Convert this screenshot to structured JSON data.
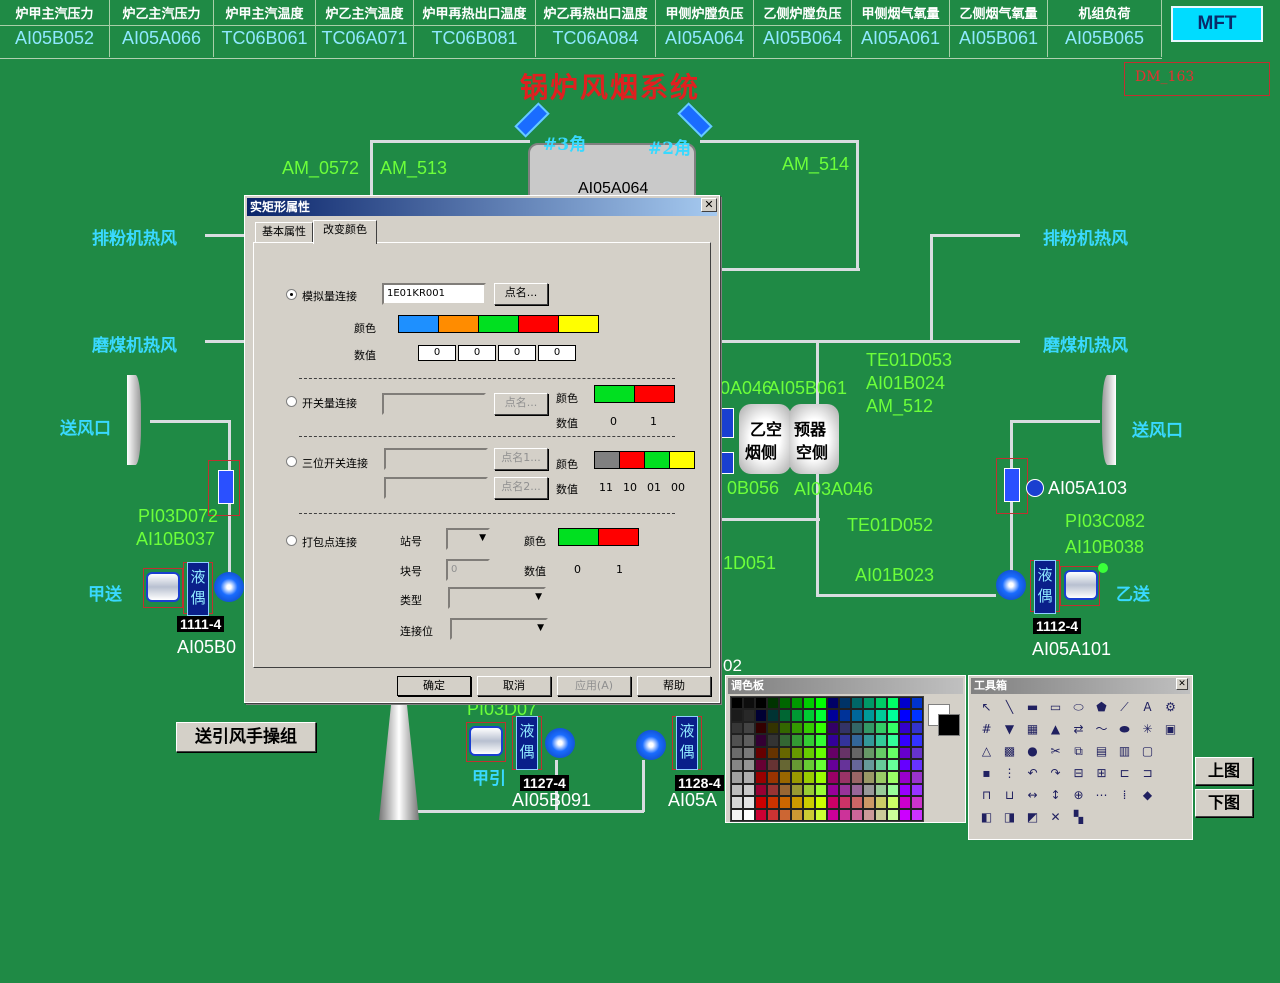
{
  "header": {
    "columns": [
      {
        "title": "炉甲主汽压力",
        "value": "AI05B052"
      },
      {
        "title": "炉乙主汽压力",
        "value": "AI05A066"
      },
      {
        "title": "炉甲主汽温度",
        "value": "TC06B061"
      },
      {
        "title": "炉乙主汽温度",
        "value": "TC06A071"
      },
      {
        "title": "炉甲再热出口温度",
        "value": "TC06B081"
      },
      {
        "title": "炉乙再热出口温度",
        "value": "TC06A084"
      },
      {
        "title": "甲侧炉膛负压",
        "value": "AI05A064"
      },
      {
        "title": "乙侧炉膛负压",
        "value": "AI05B064"
      },
      {
        "title": "甲侧烟气氧量",
        "value": "AI05A061"
      },
      {
        "title": "乙侧烟气氧量",
        "value": "AI05B061"
      },
      {
        "title": "机组负荷",
        "value": "AI05B065"
      }
    ],
    "mft_label": "MFT",
    "dm_label": "DM_163"
  },
  "diagram": {
    "title": "锅炉风烟系统",
    "corner3": "#3角",
    "corner2": "#2角",
    "furnace_tag": "AI05A064",
    "left_labels": [
      "排粉机热风",
      "磨煤机热风",
      "送风口"
    ],
    "right_labels": [
      "排粉机热风",
      "磨煤机热风",
      "送风口"
    ],
    "tags_top": [
      "AM_0572",
      "AM_513",
      "AM_514"
    ],
    "tags_right": [
      "TE01D053",
      "AI01B024",
      "AM_512",
      "TE01D052",
      "AI01B023",
      "PI03C082",
      "AI10B038"
    ],
    "tags_mid": [
      "0A046",
      "AI05B061",
      "0B056",
      "AI03A046",
      "1D051",
      "02"
    ],
    "preheater_left": "乙空预器",
    "preheater_line1_a": "乙空",
    "preheater_line1_b": "预器",
    "preheater_line2_a": "烟侧",
    "preheater_line2_b": "空侧",
    "left_fan": {
      "tags": [
        "PI03D072",
        "AI10B037"
      ],
      "name": "甲送",
      "coupling": "液偶",
      "badge": "1111-4",
      "tag": "AI05B0"
    },
    "right_fan": {
      "tag_top": "AI05A103",
      "name": "乙送",
      "coupling": "液偶",
      "badge": "1112-4",
      "tag": "AI05A101"
    },
    "draft_left": {
      "tag_top": "PI03D07",
      "name": "甲引",
      "coupling": "液偶",
      "badge": "1127-4",
      "tag": "AI05B091"
    },
    "draft_right": {
      "coupling": "液偶",
      "badge": "1128-4",
      "tag": "AI05A"
    },
    "manual_button": "送引风手操组",
    "nav_up": "上图",
    "nav_down": "下图"
  },
  "dialog": {
    "title": "实矩形属性",
    "tabs": [
      "基本属性",
      "改变颜色"
    ],
    "analog": {
      "label": "模拟量连接",
      "value": "1E01KR001",
      "button": "点名...",
      "color_label": "颜色",
      "value_label": "数值",
      "numbers": [
        "0",
        "0",
        "0",
        "0"
      ],
      "colors": [
        "#1e90ff",
        "#ff8c00",
        "#00e020",
        "#ff0000",
        "#ffff00"
      ]
    },
    "switch": {
      "label": "开关量连接",
      "button": "点名...",
      "color_label": "颜色",
      "value_label": "数值",
      "numbers": [
        "0",
        "1"
      ],
      "colors": [
        "#00e020",
        "#ff0000"
      ]
    },
    "tri": {
      "label": "三位开关连接",
      "button1": "点名1...",
      "button2": "点名2...",
      "color_label": "颜色",
      "value_label": "数值",
      "numbers": [
        "11",
        "10",
        "01",
        "00"
      ],
      "colors": [
        "#808080",
        "#ff0000",
        "#00e020",
        "#ffff00"
      ]
    },
    "pack": {
      "label": "打包点连接",
      "station": "站号",
      "block": "块号",
      "block_value": "0",
      "type": "类型",
      "bit": "连接位",
      "color_label": "颜色",
      "value_label": "数值",
      "numbers": [
        "0",
        "1"
      ],
      "colors": [
        "#00e020",
        "#ff0000"
      ]
    },
    "buttons": {
      "ok": "确定",
      "cancel": "取消",
      "apply": "应用(A)",
      "help": "帮助"
    }
  },
  "palette": {
    "title": "调色板"
  },
  "toolbox": {
    "title": "工具箱"
  }
}
